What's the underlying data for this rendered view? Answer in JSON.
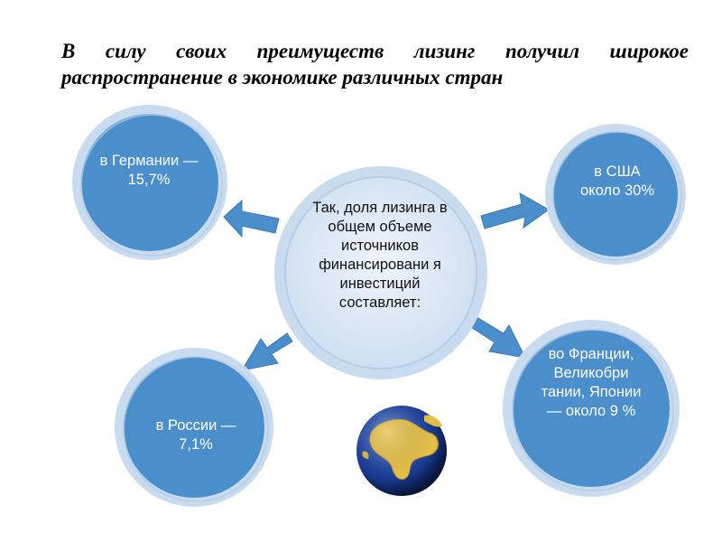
{
  "title": {
    "line1": "В силу своих преимуществ лизинг получил широкое",
    "line2": "распространение в экономике различных стран"
  },
  "center": {
    "text": "Так, доля лизинга в общем объеме источников финансировани я инвестиций составляет:"
  },
  "nodes": {
    "germany": "в Германии — 15,7%",
    "usa": "в США около 30%",
    "russia": "в России — 7,1%",
    "france": "во Франции, Великобри тании, Японии — около 9 %"
  },
  "colors": {
    "node_fill": "#4a8fcc",
    "node_ring": "#c9dcef",
    "center_fill": "#d9e6f5",
    "arrow": "#4a8fcc"
  },
  "icons": {
    "globe": "globe-icon"
  }
}
